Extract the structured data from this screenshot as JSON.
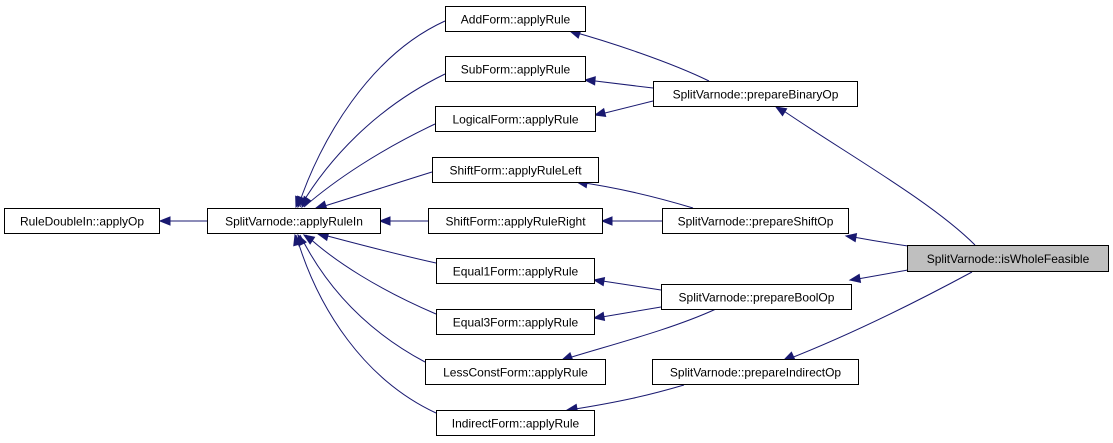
{
  "graph": {
    "nodes": {
      "rule_double_in": "RuleDoubleIn::applyOp",
      "apply_rule_in": "SplitVarnode::applyRuleIn",
      "add_form": "AddForm::applyRule",
      "sub_form": "SubForm::applyRule",
      "logical_form": "LogicalForm::applyRule",
      "shift_left": "ShiftForm::applyRuleLeft",
      "shift_right": "ShiftForm::applyRuleRight",
      "equal1_form": "Equal1Form::applyRule",
      "equal3_form": "Equal3Form::applyRule",
      "less_const_form": "LessConstForm::applyRule",
      "indirect_form": "IndirectForm::applyRule",
      "prepare_binary": "SplitVarnode::prepareBinaryOp",
      "prepare_shift": "SplitVarnode::prepareShiftOp",
      "prepare_bool": "SplitVarnode::prepareBoolOp",
      "prepare_indirect": "SplitVarnode::prepareIndirectOp",
      "is_whole_feasible": "SplitVarnode::isWholeFeasible"
    },
    "highlighted": "is_whole_feasible",
    "edges": [
      [
        "apply_rule_in",
        "rule_double_in"
      ],
      [
        "add_form",
        "apply_rule_in"
      ],
      [
        "sub_form",
        "apply_rule_in"
      ],
      [
        "logical_form",
        "apply_rule_in"
      ],
      [
        "shift_left",
        "apply_rule_in"
      ],
      [
        "shift_right",
        "apply_rule_in"
      ],
      [
        "equal1_form",
        "apply_rule_in"
      ],
      [
        "equal3_form",
        "apply_rule_in"
      ],
      [
        "less_const_form",
        "apply_rule_in"
      ],
      [
        "indirect_form",
        "apply_rule_in"
      ],
      [
        "prepare_binary",
        "add_form"
      ],
      [
        "prepare_binary",
        "sub_form"
      ],
      [
        "prepare_binary",
        "logical_form"
      ],
      [
        "prepare_shift",
        "shift_left"
      ],
      [
        "prepare_shift",
        "shift_right"
      ],
      [
        "prepare_bool",
        "equal1_form"
      ],
      [
        "prepare_bool",
        "equal3_form"
      ],
      [
        "prepare_bool",
        "less_const_form"
      ],
      [
        "prepare_indirect",
        "indirect_form"
      ],
      [
        "is_whole_feasible",
        "prepare_binary"
      ],
      [
        "is_whole_feasible",
        "prepare_shift"
      ],
      [
        "is_whole_feasible",
        "prepare_bool"
      ],
      [
        "is_whole_feasible",
        "prepare_indirect"
      ]
    ],
    "colors": {
      "edge": "#191970",
      "node_border": "#000000",
      "node_fill": "#ffffff",
      "highlight_fill": "#bfbfbf"
    }
  }
}
